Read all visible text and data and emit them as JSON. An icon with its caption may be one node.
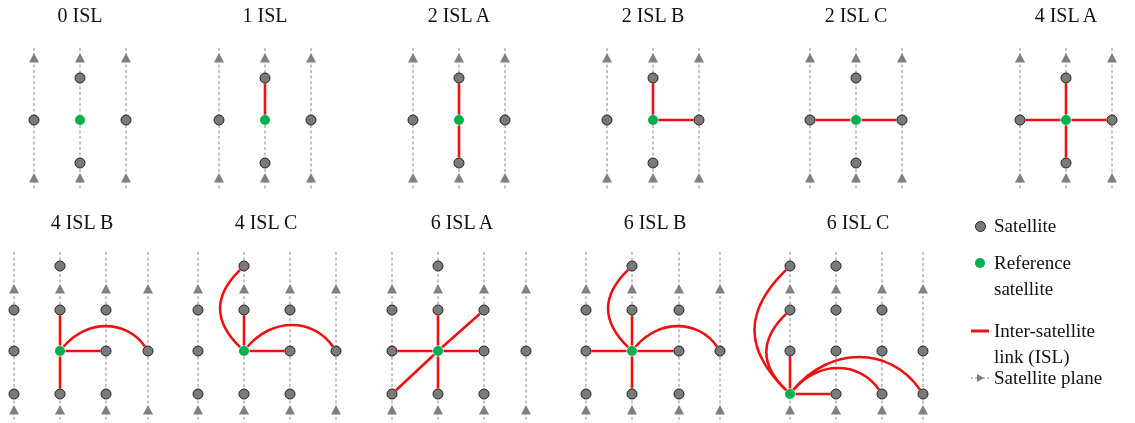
{
  "diagram": {
    "nodes": [
      {
        "text": [],
        "shape": "circle"
      },
      {
        "text": [],
        "shape": "circle"
      },
      {
        "text": [],
        "shape": "circle"
      },
      {
        "text": [],
        "shape": "circle"
      },
      {
        "text": [],
        "shape": "circle"
      },
      {
        "text": [],
        "shape": "circle"
      },
      {
        "text": [],
        "shape": "circle"
      },
      {
        "text": [],
        "shape": "circle"
      },
      {
        "text": [],
        "shape": "circle"
      },
      {
        "text": [],
        "shape": "circle"
      },
      {
        "text": [],
        "shape": "circle"
      },
      {
        "text": [],
        "shape": "circle"
      },
      {
        "text": [],
        "shape": "circle"
      },
      {
        "text": [],
        "shape": "circle"
      },
      {
        "text": [],
        "shape": "circle"
      },
      {
        "text": [],
        "shape": "circle"
      },
      {
        "text": [],
        "shape": "circle"
      },
      {
        "text": [],
        "shape": "circle"
      },
      {
        "text": [],
        "shape": "circle"
      },
      {
        "text": [],
        "shape": "circle"
      },
      {
        "text": [],
        "shape": "circle"
      },
      {
        "text": [],
        "shape": "circle"
      },
      {
        "text": [],
        "shape": "circle"
      },
      {
        "text": [],
        "shape": "circle"
      },
      {
        "text": [],
        "shape": "circle"
      },
      {
        "text": [],
        "shape": "circle"
      },
      {
        "text": [],
        "shape": "circle"
      },
      {
        "text": [],
        "shape": "circle"
      },
      {
        "text": [],
        "shape": "circle"
      },
      {
        "text": [],
        "shape": "circle"
      },
      {
        "text": [],
        "shape": "circle"
      },
      {
        "text": [],
        "shape": "circle"
      },
      {
        "text": [],
        "shape": "circle"
      },
      {
        "text": [],
        "shape": "circle"
      },
      {
        "text": [],
        "shape": "circle"
      },
      {
        "text": [],
        "shape": "circle"
      },
      {
        "text": [],
        "shape": "circle"
      },
      {
        "text": [],
        "shape": "circle"
      },
      {
        "text": [],
        "shape": "circle"
      },
      {
        "text": [],
        "shape": "circle"
      },
      {
        "text": [],
        "shape": "circle"
      },
      {
        "text": [],
        "shape": "circle"
      },
      {
        "text": [],
        "shape": "circle"
      },
      {
        "text": [],
        "shape": "circle"
      },
      {
        "text": [],
        "shape": "circle"
      },
      {
        "text": [],
        "shape": "circle"
      },
      {
        "text": [],
        "shape": "circle"
      },
      {
        "text": [],
        "shape": "circle"
      },
      {
        "text": [],
        "shape": "circle"
      },
      {
        "text": [],
        "shape": "circle"
      },
      {
        "text": [],
        "shape": "circle"
      },
      {
        "text": [],
        "shape": "circle"
      },
      {
        "text": [],
        "shape": "circle"
      },
      {
        "text": [],
        "shape": "circle"
      },
      {
        "text": [],
        "shape": "circle"
      },
      {
        "text": [],
        "shape": "circle"
      },
      {
        "text": [],
        "shape": "circle"
      },
      {
        "text": [],
        "shape": "circle"
      },
      {
        "text": [],
        "shape": "circle"
      },
      {
        "text": [],
        "shape": "circle"
      },
      {
        "text": [],
        "shape": "circle"
      },
      {
        "text": [],
        "shape": "circle"
      },
      {
        "text": [],
        "shape": "circle"
      },
      {
        "text": [],
        "shape": "circle"
      },
      {
        "text": [],
        "shape": "circle"
      },
      {
        "text": [],
        "shape": "circle"
      },
      {
        "text": [],
        "shape": "circle"
      },
      {
        "text": [],
        "shape": "circle"
      },
      {
        "text": [],
        "shape": "circle"
      },
      {
        "text": [],
        "shape": "circle"
      },
      {
        "text": [],
        "shape": "circle"
      },
      {
        "text": [],
        "shape": "circle"
      },
      {
        "text": [],
        "shape": "circle"
      },
      {
        "text": [],
        "shape": "circle"
      },
      {
        "text": [],
        "shape": "circle"
      },
      {
        "text": [],
        "shape": "circle"
      },
      {
        "text": [],
        "shape": "circle"
      },
      {
        "text": [],
        "shape": "circle"
      },
      {
        "text": [],
        "shape": "circle"
      },
      {
        "text": [],
        "shape": "circle"
      },
      {
        "text": [],
        "shape": "circle"
      },
      {
        "text": [],
        "shape": "circle"
      },
      {
        "text": [],
        "shape": "circle"
      },
      {
        "text": [],
        "shape": "circle"
      },
      {
        "text": [],
        "shape": "circle"
      },
      {
        "text": [],
        "shape": "circle"
      },
      {
        "text": [],
        "shape": "circle"
      }
    ],
    "edges": [
      {
        "from": 7,
        "to": 5,
        "arrow": "none"
      },
      {
        "from": 12,
        "to": 10,
        "arrow": "none"
      },
      {
        "from": 12,
        "to": 14,
        "arrow": "none"
      },
      {
        "from": 17,
        "to": 15,
        "arrow": "none"
      },
      {
        "from": 17,
        "to": 18,
        "arrow": "none"
      },
      {
        "from": 22,
        "to": 21,
        "arrow": "none"
      },
      {
        "from": 22,
        "to": 23,
        "arrow": "none"
      },
      {
        "from": 27,
        "to": 25,
        "arrow": "none"
      },
      {
        "from": 27,
        "to": 26,
        "arrow": "none"
      },
      {
        "from": 27,
        "to": 28,
        "arrow": "none"
      },
      {
        "from": 27,
        "to": 29,
        "arrow": "none"
      },
      {
        "from": 35,
        "to": 32,
        "arrow": "none"
      },
      {
        "from": 35,
        "to": 36,
        "arrow": "none"
      },
      {
        "from": 35,
        "to": 37,
        "arrow": "none"
      },
      {
        "from": 35,
        "to": 39,
        "arrow": "none"
      },
      {
        "from": 46,
        "to": 41,
        "arrow": "none"
      },
      {
        "from": 46,
        "to": 43,
        "arrow": "none"
      },
      {
        "from": 46,
        "to": 47,
        "arrow": "none"
      },
      {
        "from": 46,
        "to": 48,
        "arrow": "none"
      },
      {
        "from": 57,
        "to": 54,
        "arrow": "none"
      },
      {
        "from": 57,
        "to": 55,
        "arrow": "none"
      },
      {
        "from": 57,
        "to": 56,
        "arrow": "none"
      },
      {
        "from": 57,
        "to": 58,
        "arrow": "none"
      },
      {
        "from": 57,
        "to": 60,
        "arrow": "none"
      },
      {
        "from": 57,
        "to": 61,
        "arrow": "none"
      },
      {
        "from": 68,
        "to": 63,
        "arrow": "none"
      },
      {
        "from": 68,
        "to": 65,
        "arrow": "none"
      },
      {
        "from": 68,
        "to": 67,
        "arrow": "none"
      },
      {
        "from": 68,
        "to": 69,
        "arrow": "none"
      },
      {
        "from": 68,
        "to": 70,
        "arrow": "none"
      },
      {
        "from": 68,
        "to": 72,
        "arrow": "none"
      },
      {
        "from": 83,
        "to": 74,
        "arrow": "none"
      },
      {
        "from": 83,
        "to": 76,
        "arrow": "none"
      },
      {
        "from": 83,
        "to": 79,
        "arrow": "none"
      },
      {
        "from": 83,
        "to": 84,
        "arrow": "none"
      },
      {
        "from": 83,
        "to": 85,
        "arrow": "none"
      },
      {
        "from": 83,
        "to": 86,
        "arrow": "none"
      }
    ],
    "labels": [
      "0 ISL",
      "1 ISL",
      "2 ISL A",
      "2 ISL B",
      "2 ISL C",
      "4 ISL A",
      "4 ISL B",
      "4 ISL C",
      "6 ISL A",
      "6 ISL B",
      "6 ISL C"
    ],
    "legend": [
      {
        "text": "Satellite"
      },
      {
        "text": "Reference satellite",
        "color": "#00b050"
      },
      {
        "text": "Inter-satellite link (ISL)"
      },
      {
        "text": "Satellite plane"
      }
    ]
  }
}
